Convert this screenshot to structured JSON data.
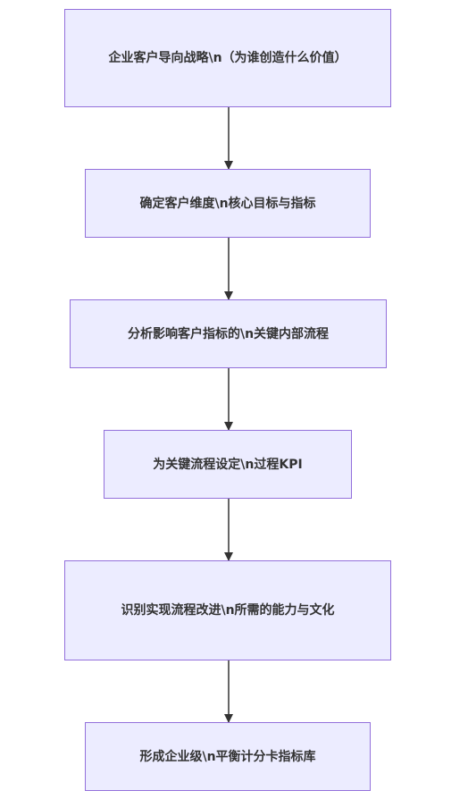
{
  "colors": {
    "node_fill": "#ECECFF",
    "node_border": "#9370DB",
    "text": "#333333",
    "edge": "#333333"
  },
  "nodes": [
    {
      "label": "企业客户导向战略\\n（为谁创造什么价值）"
    },
    {
      "label": "确定客户维度\\n核心目标与指标"
    },
    {
      "label": "分析影响客户指标的\\n关键内部流程"
    },
    {
      "label": "为关键流程设定\\n过程KPI"
    },
    {
      "label": "识别实现流程改进\\n所需的能力与文化"
    },
    {
      "label": "形成企业级\\n平衡计分卡指标库"
    }
  ],
  "edges": [
    {
      "from": 0,
      "to": 1
    },
    {
      "from": 1,
      "to": 2
    },
    {
      "from": 2,
      "to": 3
    },
    {
      "from": 3,
      "to": 4
    },
    {
      "from": 4,
      "to": 5
    }
  ]
}
